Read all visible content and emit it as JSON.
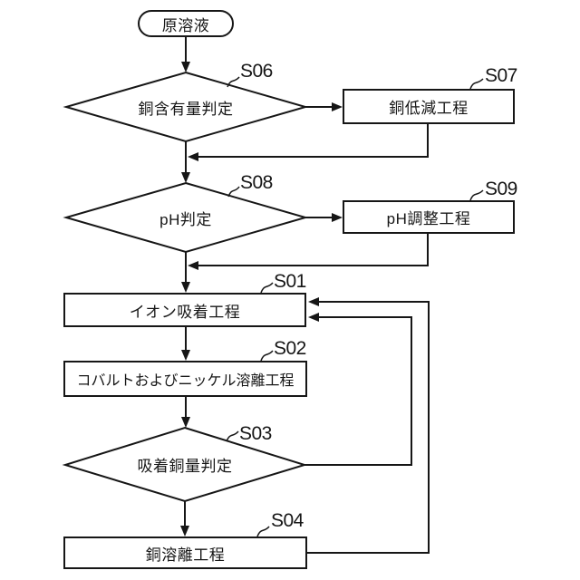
{
  "diagram": {
    "type": "flowchart",
    "start": {
      "label": "原溶液"
    },
    "steps": {
      "s06": {
        "tag": "S06",
        "label": "銅含有量判定",
        "shape": "decision"
      },
      "s07": {
        "tag": "S07",
        "label": "銅低減工程",
        "shape": "process"
      },
      "s08": {
        "tag": "S08",
        "label": "pH判定",
        "shape": "decision"
      },
      "s09": {
        "tag": "S09",
        "label": "pH調整工程",
        "shape": "process"
      },
      "s01": {
        "tag": "S01",
        "label": "イオン吸着工程",
        "shape": "process"
      },
      "s02": {
        "tag": "S02",
        "label": "コバルトおよびニッケル溶離工程",
        "shape": "process"
      },
      "s03": {
        "tag": "S03",
        "label": "吸着銅量判定",
        "shape": "decision"
      },
      "s04": {
        "tag": "S04",
        "label": "銅溶離工程",
        "shape": "process"
      }
    },
    "colors": {
      "stroke": "#161616",
      "background": "#ffffff"
    }
  }
}
